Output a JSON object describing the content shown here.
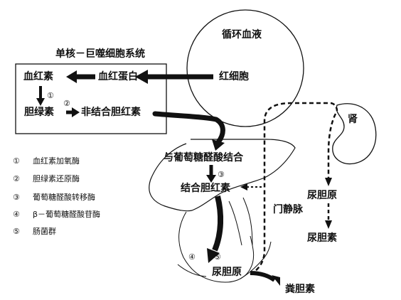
{
  "title": "单核－巨噬细胞系统",
  "circulation": "循环血液",
  "red_cell": "红细胞",
  "hemoglobin": "血红蛋白",
  "heme": "血红素",
  "biliverdin": "胆绿素",
  "unconj_bilirubin": "非结合胆红素",
  "conjugation": "与葡萄糖醛酸结合",
  "conj_bilirubin": "结合胆红素",
  "portal_vein": "门静脉",
  "kidney": "肾",
  "urobilinogen_kidney": "尿胆原",
  "urobilin": "尿胆素",
  "urobilinogen_gut": "尿胆原",
  "stercobilin": "粪胆素",
  "step_markers": {
    "m1": "①",
    "m2": "②",
    "m3": "③",
    "m4": "④",
    "m5": "⑤"
  },
  "legend": [
    {
      "num": "①",
      "text": "血红素加氧酶"
    },
    {
      "num": "②",
      "text": "胆绿素还原酶"
    },
    {
      "num": "③",
      "text": "葡萄糖醛酸转移酶"
    },
    {
      "num": "④",
      "text": "β－葡萄糖醛酸苷酶"
    },
    {
      "num": "⑤",
      "text": "肠菌群"
    }
  ]
}
